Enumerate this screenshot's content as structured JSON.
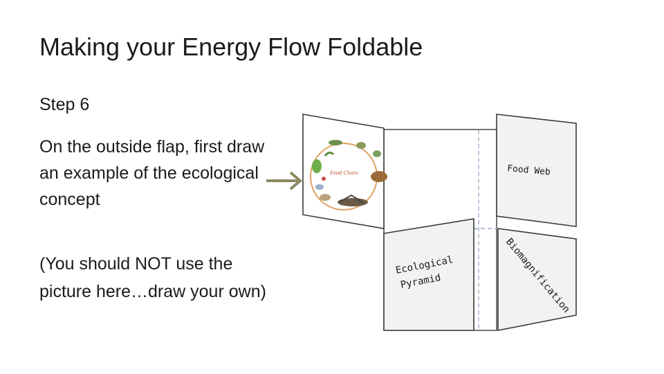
{
  "slide": {
    "title": "Making your Energy Flow Foldable",
    "step": "Step 6",
    "instruction": "On the outside flap, first draw an example of the ecological concept",
    "note": "(You should NOT use the picture here…draw your own)"
  },
  "foldable": {
    "flap_top_right": "Food Web",
    "flap_bottom_left": [
      "Ecological",
      "Pyramid"
    ],
    "flap_bottom_right": "Biomagnification",
    "picture_caption": "Food Chain"
  },
  "colors": {
    "arrow": "#8c8a63",
    "flap_fill": "#f2f2f2",
    "flap_stroke": "#3a3a3a",
    "dashed_line": "#9aaec8"
  }
}
